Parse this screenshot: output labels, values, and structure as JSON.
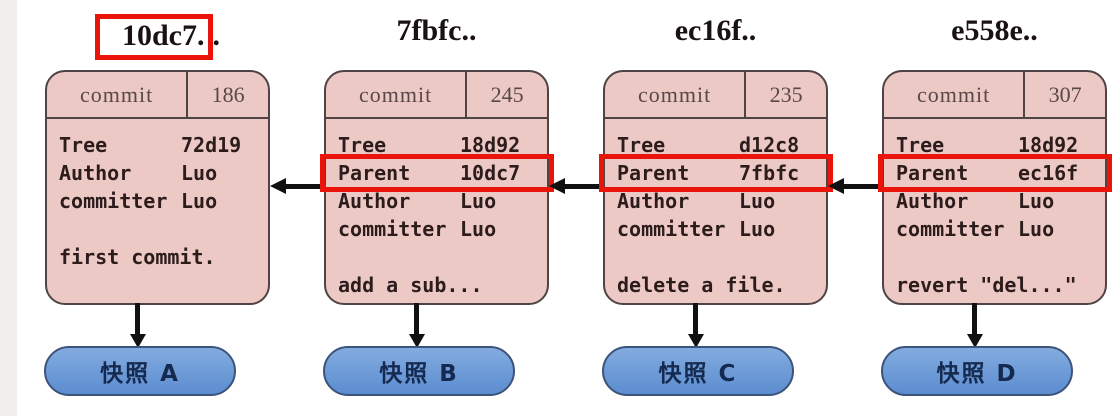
{
  "colors": {
    "card_fill": "#ecc9c5",
    "card_border": "#4f4344",
    "highlight_red": "#ea140b",
    "arrow_black": "#111111",
    "snapshot_fill_top": "#83abdf",
    "snapshot_fill_bottom": "#5c8dd0",
    "snapshot_border": "#3d547a",
    "snapshot_text": "#152a50",
    "header_text": "#584847",
    "body_text": "#2d1c1c"
  },
  "commits": [
    {
      "id": "10dc7..",
      "header": {
        "type": "commit",
        "size": "186"
      },
      "fields": [
        {
          "label": "Tree",
          "value": "72d19"
        },
        {
          "label": "Author",
          "value": "Luo"
        },
        {
          "label": "committer",
          "value": "Luo"
        }
      ],
      "message": "first commit.",
      "snapshot_label": "快照 A",
      "highlight": "id"
    },
    {
      "id": "7fbfc..",
      "header": {
        "type": "commit",
        "size": "245"
      },
      "fields": [
        {
          "label": "Tree",
          "value": "18d92"
        },
        {
          "label": "Parent",
          "value": "10dc7"
        },
        {
          "label": "Author",
          "value": "Luo"
        },
        {
          "label": "committer",
          "value": "Luo"
        }
      ],
      "message": "add a sub...",
      "snapshot_label": "快照 B",
      "highlight": "parent"
    },
    {
      "id": "ec16f..",
      "header": {
        "type": "commit",
        "size": "235"
      },
      "fields": [
        {
          "label": "Tree",
          "value": "d12c8"
        },
        {
          "label": "Parent",
          "value": "7fbfc"
        },
        {
          "label": "Author",
          "value": "Luo"
        },
        {
          "label": "committer",
          "value": "Luo"
        }
      ],
      "message": "delete a file.",
      "snapshot_label": "快照 C",
      "highlight": "parent"
    },
    {
      "id": "e558e..",
      "header": {
        "type": "commit",
        "size": "307"
      },
      "fields": [
        {
          "label": "Tree",
          "value": "18d92"
        },
        {
          "label": "Parent",
          "value": "ec16f"
        },
        {
          "label": "Author",
          "value": "Luo"
        },
        {
          "label": "committer",
          "value": "Luo"
        }
      ],
      "message": "revert \"del...\"",
      "snapshot_label": "快照 D",
      "highlight": "parent"
    }
  ]
}
